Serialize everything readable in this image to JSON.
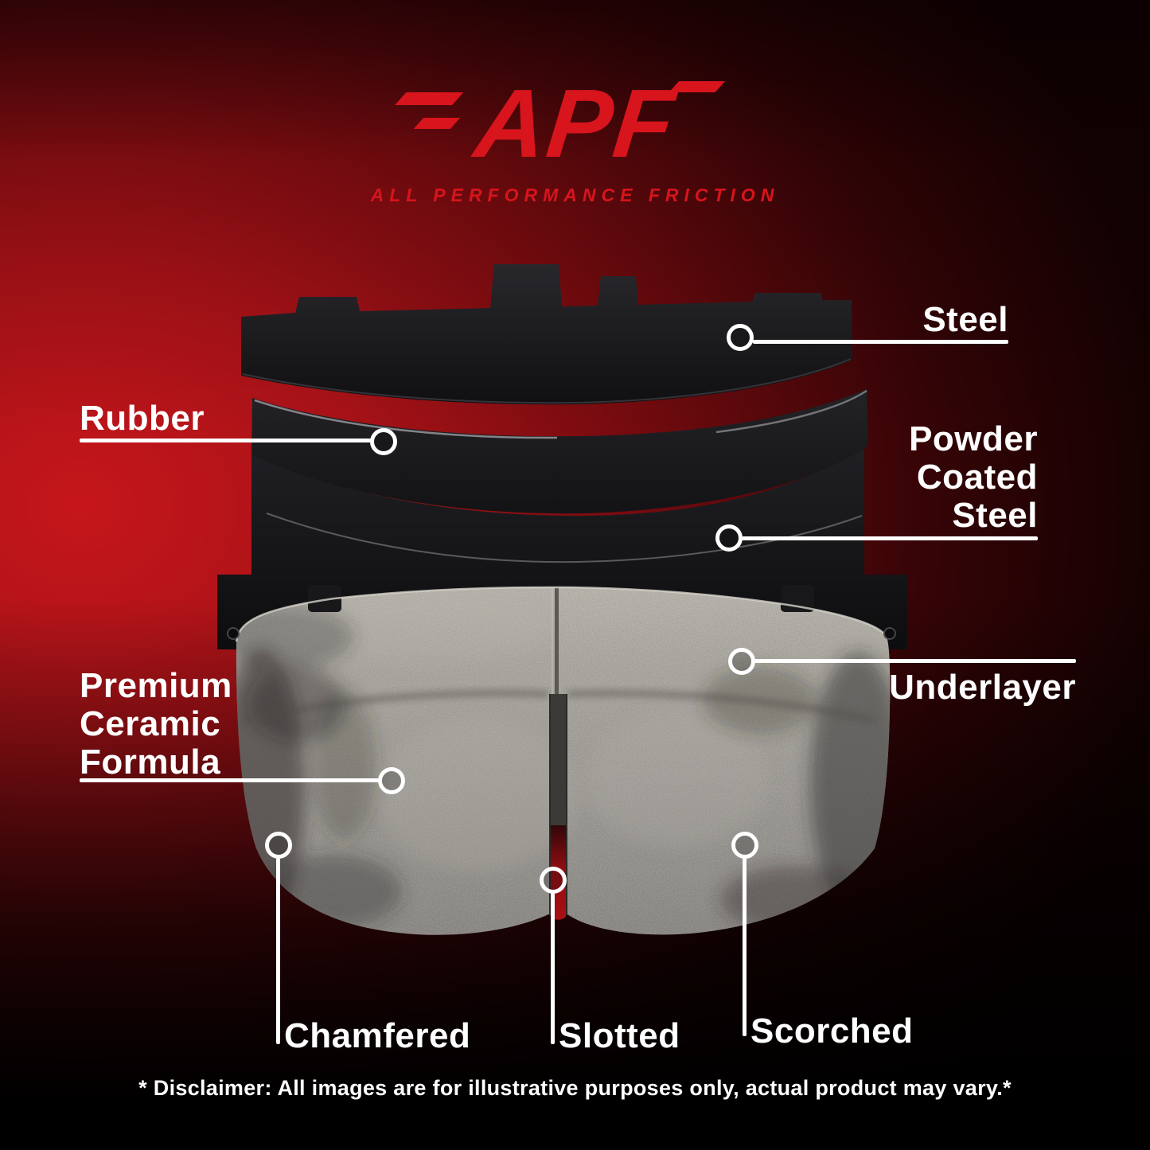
{
  "logo": {
    "brand": "APF",
    "tagline": "ALL PERFORMANCE FRICTION"
  },
  "callouts": {
    "steel": "Steel",
    "rubber": "Rubber",
    "powder_coated_steel": "Powder Coated Steel",
    "underlayer": "Underlayer",
    "premium_ceramic_formula": "Premium Ceramic Formula",
    "chamfered": "Chamfered",
    "slotted": "Slotted",
    "scorched": "Scorched"
  },
  "disclaimer": "* Disclaimer: All images are for illustrative purposes only, actual product may vary.*",
  "colors": {
    "accent_red": "#d8141c",
    "label_white": "#ffffff",
    "background_red": "#c5161b"
  }
}
